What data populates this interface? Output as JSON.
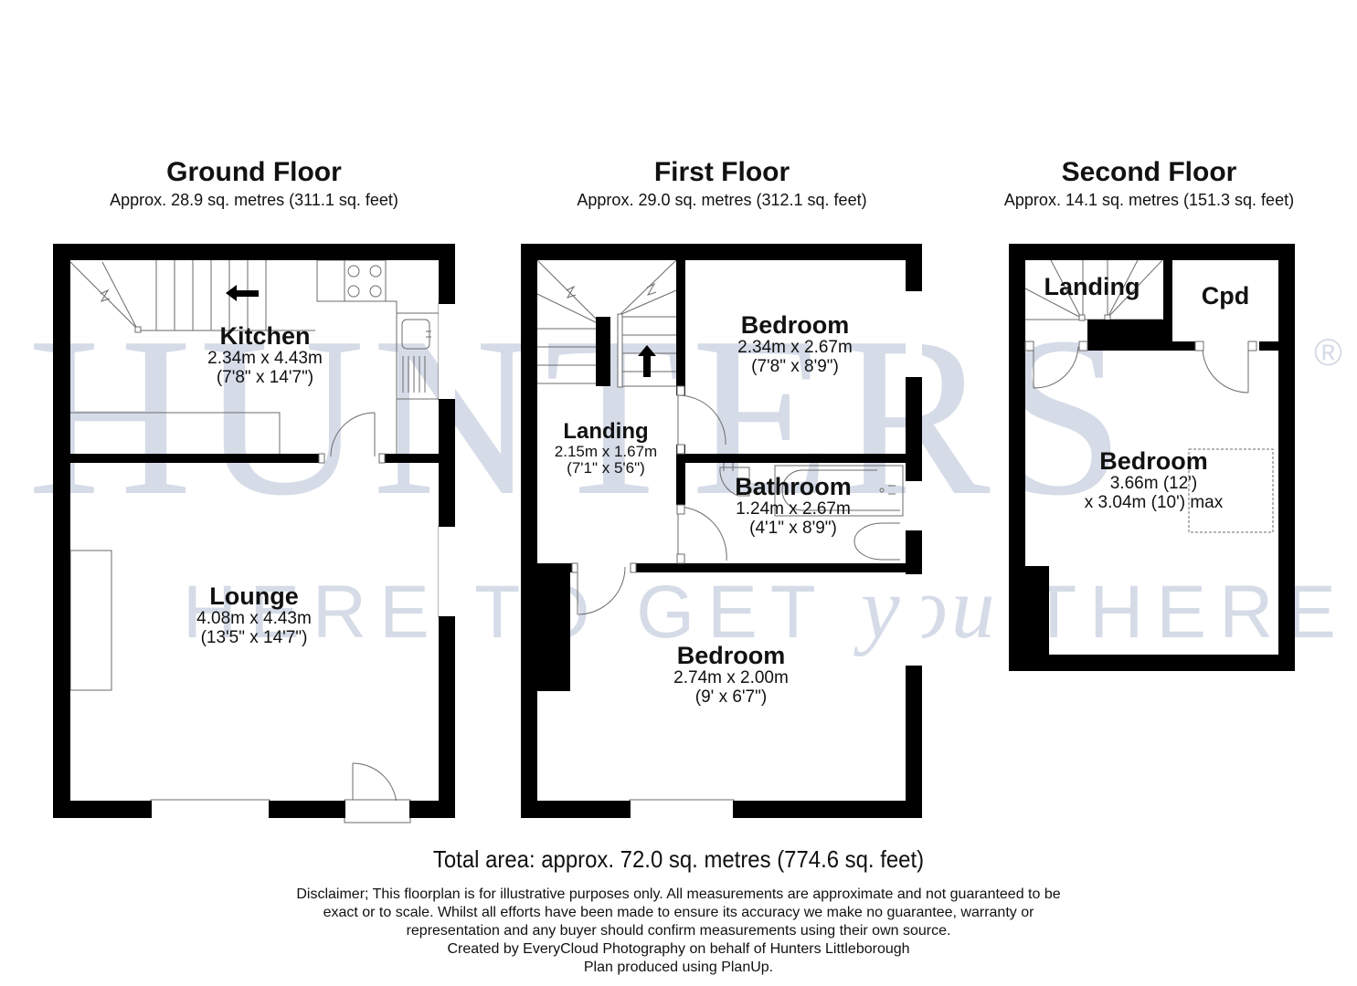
{
  "watermark": {
    "brand": "HUNTERS",
    "registered": "®",
    "tagline_before": "HERE TO GET ",
    "tagline_you": "you",
    "tagline_after": " THERE",
    "color": "#d5dbe7"
  },
  "floors": [
    {
      "title": "Ground Floor",
      "area": "Approx. 28.9 sq. metres (311.1 sq. feet)",
      "rooms": [
        {
          "name": "Kitchen",
          "dim1": "2.34m x 4.43m",
          "dim2": "(7'8\" x 14'7\")"
        },
        {
          "name": "Lounge",
          "dim1": "4.08m x 4.43m",
          "dim2": "(13'5\" x 14'7\")"
        }
      ]
    },
    {
      "title": "First Floor",
      "area": "Approx. 29.0 sq. metres (312.1 sq. feet)",
      "rooms": [
        {
          "name": "Bedroom",
          "dim1": "2.34m x 2.67m",
          "dim2": "(7'8\" x 8'9\")"
        },
        {
          "name": "Landing",
          "dim1": "2.15m x 1.67m",
          "dim2": "(7'1\" x 5'6\")"
        },
        {
          "name": "Bathroom",
          "dim1": "1.24m x 2.67m",
          "dim2": "(4'1\" x 8'9\")"
        },
        {
          "name": "Bedroom",
          "dim1": "2.74m x 2.00m",
          "dim2": "(9' x 6'7\")"
        }
      ]
    },
    {
      "title": "Second Floor",
      "area": "Approx. 14.1 sq. metres (151.3 sq. feet)",
      "rooms": [
        {
          "name": "Landing"
        },
        {
          "name": "Cpd"
        },
        {
          "name": "Bedroom",
          "dim1": "3.66m (12')",
          "dim2": "x 3.04m (10') max"
        }
      ]
    }
  ],
  "icons": {
    "stairs_arrow_ground": "arrow-left",
    "stairs_arrow_first": "arrow-up"
  },
  "colors": {
    "wall": "#000000",
    "fixture_line": "#6b6b6b",
    "background": "#ffffff"
  },
  "footer": {
    "total_area": "Total area: approx. 72.0 sq. metres (774.6 sq. feet)",
    "disclaimer_lines": [
      "Disclaimer; This floorplan is for illustrative purposes only. All measurements are approximate and not guaranteed to be",
      "exact or to scale. Whilst all efforts have been made to ensure its accuracy we make no guarantee, warranty or",
      "representation and any buyer should confirm measurements using their own source.",
      "Created by EveryCloud Photography on behalf of Hunters Littleborough",
      "Plan produced using PlanUp."
    ]
  }
}
